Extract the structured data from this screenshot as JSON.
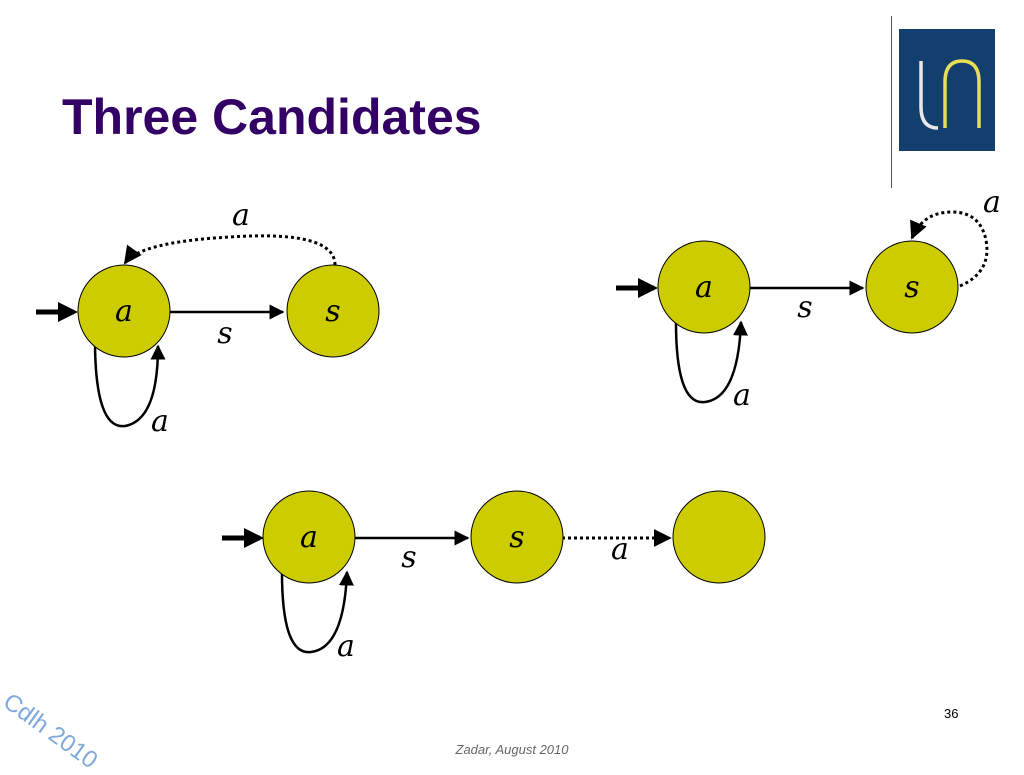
{
  "slide": {
    "title": "Three Candidates",
    "watermark": "Cdlh 2010",
    "footer": "Zadar, August 2010",
    "page_number": "36"
  },
  "colors": {
    "title": "#330066",
    "state_fill": "#CCCC00",
    "logo_bg": "#123F6E",
    "logo_left_stroke": "#E8E8E8",
    "logo_right_stroke": "#E8DE55",
    "watermark": "#7FA8DC"
  },
  "logo": {
    "name": "university-logo"
  },
  "automata": [
    {
      "name": "candidate-1",
      "states": [
        {
          "id": "c1-a",
          "label": "a",
          "initial": true
        },
        {
          "id": "c1-s",
          "label": "s"
        }
      ],
      "transitions": [
        {
          "from": "a",
          "to": "s",
          "label": "s",
          "style": "solid"
        },
        {
          "from": "a",
          "to": "a",
          "label": "a",
          "style": "solid"
        },
        {
          "from": "s",
          "to": "a",
          "label": "a",
          "style": "dotted"
        }
      ]
    },
    {
      "name": "candidate-2",
      "states": [
        {
          "id": "c2-a",
          "label": "a",
          "initial": true
        },
        {
          "id": "c2-s",
          "label": "s"
        }
      ],
      "transitions": [
        {
          "from": "a",
          "to": "s",
          "label": "s",
          "style": "solid"
        },
        {
          "from": "a",
          "to": "a",
          "label": "a",
          "style": "solid"
        },
        {
          "from": "s",
          "to": "s",
          "label": "a",
          "style": "dotted"
        }
      ]
    },
    {
      "name": "candidate-3",
      "states": [
        {
          "id": "c3-a",
          "label": "a",
          "initial": true
        },
        {
          "id": "c3-s",
          "label": "s"
        },
        {
          "id": "c3-blank",
          "label": ""
        }
      ],
      "transitions": [
        {
          "from": "a",
          "to": "s",
          "label": "s",
          "style": "solid"
        },
        {
          "from": "a",
          "to": "a",
          "label": "a",
          "style": "solid"
        },
        {
          "from": "s",
          "to": "",
          "label": "a",
          "style": "dotted"
        }
      ]
    }
  ]
}
